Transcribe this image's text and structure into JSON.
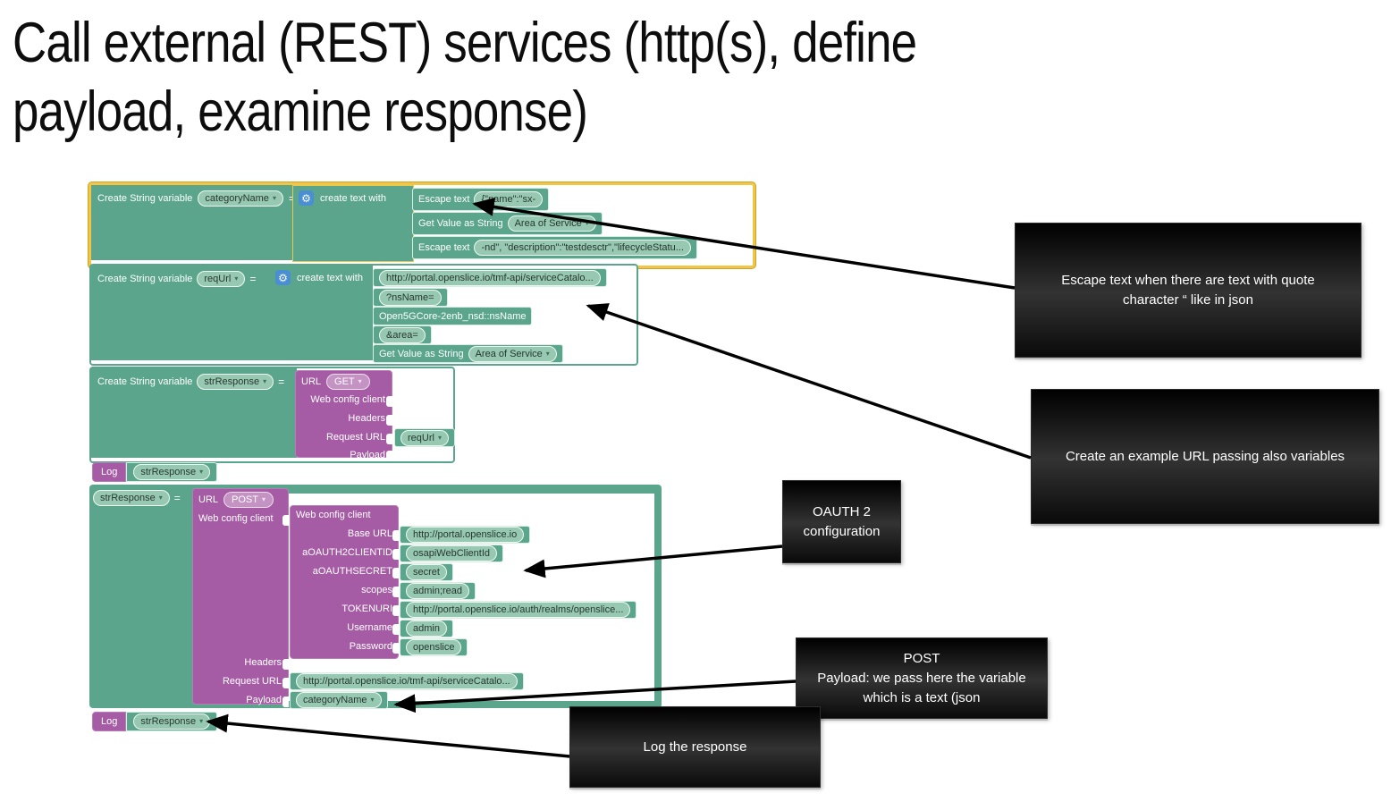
{
  "title": "Call external (REST) services (http(s), define\npayload, examine response)",
  "colors": {
    "block_teal": "#5ba58c",
    "block_purple": "#a55ca5",
    "field_green": "#97c9b2",
    "field_purple": "#c493c4",
    "selection_yellow": "#f2c644",
    "gear_blue": "#4a8fd3",
    "callout_black": "#000000"
  },
  "icons": {
    "gear": "⚙",
    "dropdown": "▾"
  },
  "labels": {
    "create_string_variable": "Create String variable",
    "create_text_with": "create text with",
    "escape_text": "Escape text",
    "get_value_as_string": "Get Value as String",
    "url": "URL",
    "log": "Log",
    "web_config_client": "Web config client",
    "headers": "Headers",
    "request_url": "Request URL",
    "payload": "Payload",
    "equals": "="
  },
  "variables": {
    "category_name": "categoryName",
    "req_url": "reqUrl",
    "str_response": "strResponse"
  },
  "methods": {
    "get": "GET",
    "post": "POST"
  },
  "group1": {
    "row1_value": "{\"name\":\"sx-",
    "row2_value": "Area of Service",
    "row3_value": "-nd\", \"description\":\"testdesctr\",\"lifecycleStatu..."
  },
  "group2": {
    "item1": "http://portal.openslice.io/tmf-api/serviceCatalo...",
    "item2": "?nsName=",
    "item3": "Open5GCore-2enb_nsd::nsName",
    "item4": "&area=",
    "item5_value": "Area of Service"
  },
  "group4": {
    "base_url_label": "Base URL",
    "base_url": "http://portal.openslice.io",
    "client_id_label": "aOAUTH2CLIENTID",
    "client_id": "osapiWebClientId",
    "secret_label": "aOAUTHSECRET",
    "secret": "secret",
    "scopes_label": "scopes",
    "scopes": "admin;read",
    "token_uri_label": "TOKENURI",
    "token_uri": "http://portal.openslice.io/auth/realms/openslice...",
    "username_label": "Username",
    "username": "admin",
    "password_label": "Password",
    "password": "openslice",
    "request_url": "http://portal.openslice.io/tmf-api/serviceCatalo..."
  },
  "callouts": {
    "escape": "Escape text when there are text with quote\ncharacter “ like in json",
    "url": "Create an example URL passing also variables",
    "oauth": "OAUTH 2\nconfiguration",
    "post": "POST\nPayload: we pass here the variable\nwhich is a text (json",
    "log": "Log the response"
  }
}
